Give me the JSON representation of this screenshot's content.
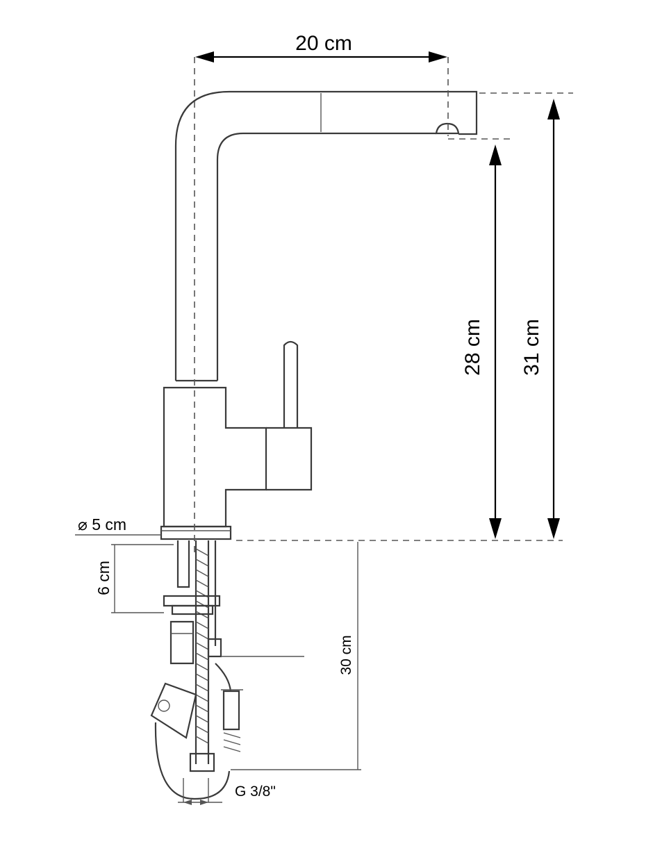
{
  "dimensions": {
    "spout_reach": "20 cm",
    "outlet_height": "28 cm",
    "total_height": "31 cm",
    "base_diameter": "⌀  5 cm",
    "shank_length": "6 cm",
    "hose_length": "30 cm",
    "connection_thread": "G 3/8\""
  }
}
